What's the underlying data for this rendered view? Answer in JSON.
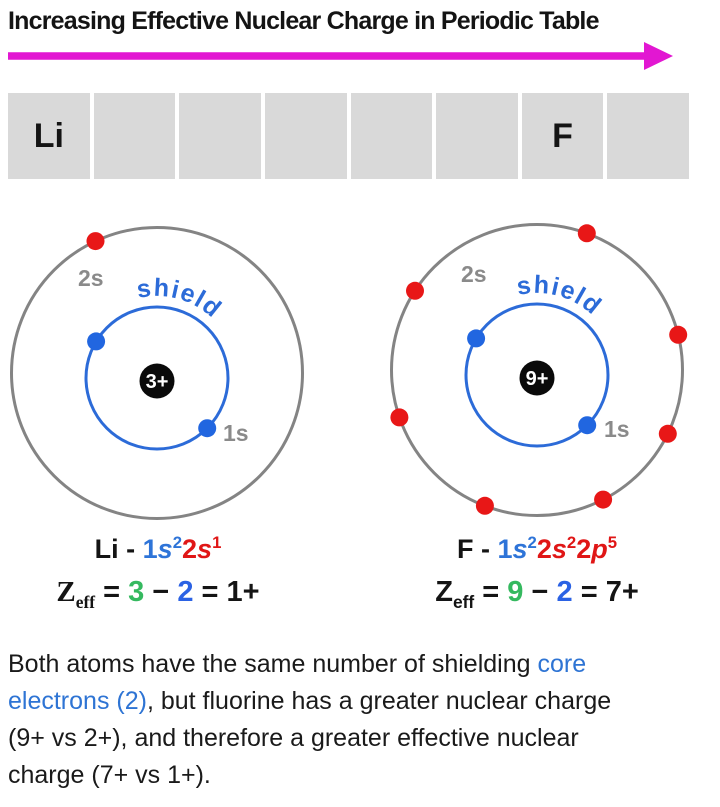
{
  "title": "Increasing Effective Nuclear Charge in Periodic Table",
  "arrow": {
    "direction": "right"
  },
  "periodic_row": {
    "cells": [
      "Li",
      "",
      "",
      "",
      "",
      "",
      "F",
      ""
    ]
  },
  "atoms": [
    {
      "name": "lithium",
      "nucleus_label": "3+",
      "shield_label": "shield",
      "inner_shell_label": "1s",
      "outer_shell_label": "2s",
      "inner_electrons": {
        "color": "#2166e0",
        "angles": [
          149,
          -45
        ]
      },
      "outer_electrons": {
        "color": "#e81717",
        "angles": [
          115
        ]
      }
    },
    {
      "name": "fluorine",
      "nucleus_label": "9+",
      "shield_label": "shield",
      "inner_shell_label": "1s",
      "outer_shell_label": "2s",
      "inner_electrons": {
        "color": "#2166e0",
        "angles": [
          149,
          -45
        ]
      },
      "outer_electrons": {
        "color": "#e81717",
        "angles": [
          70,
          147,
          199,
          14,
          -26,
          -63,
          -111
        ]
      }
    }
  ],
  "configs": [
    {
      "element": "Li - ",
      "segments": [
        {
          "coef": "1",
          "orbital": "s",
          "count": "2",
          "color": "#2e74d8"
        },
        {
          "coef": "2",
          "orbital": "s",
          "count": "1",
          "color": "#e01616"
        }
      ]
    },
    {
      "element": "F - ",
      "segments": [
        {
          "coef": "1",
          "orbital": "s",
          "count": "2",
          "color": "#2e74d8"
        },
        {
          "coef": "2",
          "orbital": "s",
          "count": "2",
          "color": "#e01616"
        },
        {
          "coef": "2",
          "orbital": "p",
          "count": "5",
          "color": "#e01616"
        }
      ]
    }
  ],
  "zeff": [
    {
      "symbol": "Z",
      "subscript": "eff",
      "equals1": "=",
      "nuclear_charge": "3",
      "minus": "−",
      "core_electrons": "2",
      "equals2": "=",
      "result": "1+"
    },
    {
      "symbol": "Z",
      "subscript": "eff",
      "equals1": "=",
      "nuclear_charge": "9",
      "minus": "−",
      "core_electrons": "2",
      "equals2": "=",
      "result": "7+"
    }
  ],
  "paragraph": {
    "lines": [
      {
        "segments": [
          {
            "t": "Both atoms have the same number of shielding ",
            "blue": false
          },
          {
            "t": "core",
            "blue": true
          }
        ]
      },
      {
        "segments": [
          {
            "t": "electrons (2)",
            "blue": true
          },
          {
            "t": ", but fluorine has a greater nuclear charge",
            "blue": false
          }
        ]
      },
      {
        "segments": [
          {
            "t": "(9+ vs 2+), and therefore a greater effective nuclear",
            "blue": false
          }
        ]
      },
      {
        "segments": [
          {
            "t": "charge (7+ vs 1+).",
            "blue": false
          }
        ]
      }
    ]
  },
  "colors": {
    "arrow_magenta": "#e217d2",
    "cell_gray": "#d9d9d9",
    "orbit_gray": "#848484",
    "shell_label_gray": "#8a8a8a",
    "orbit_blue": "#2c6bd8",
    "electron_blue": "#2166e0",
    "electron_red": "#e81717",
    "config_blue": "#2e74d8",
    "config_red": "#e01616",
    "green_number": "#35b95f",
    "blue_number": "#2b62e4",
    "link_blue": "#2e74d4",
    "text_black": "#1a1a1a",
    "nucleus_black": "#0a0a0a"
  }
}
